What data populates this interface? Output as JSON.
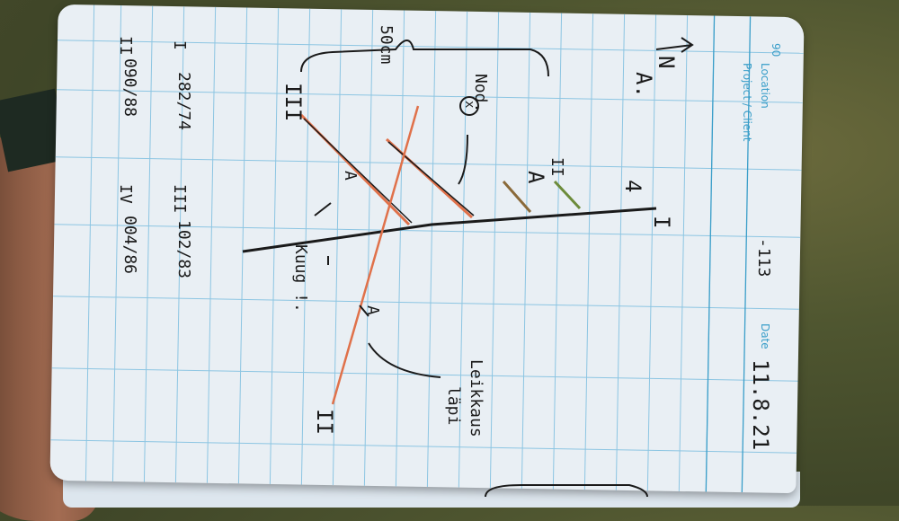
{
  "header": {
    "page_number": "90",
    "location_label": "Location",
    "project_label": "Project / Client",
    "date_label": "Date",
    "date_value": "11.8.21",
    "page_ref": "-113"
  },
  "sketch": {
    "north_arrow": "N",
    "point_a": "A.",
    "distance": "50cm",
    "roman_3_outer": "III",
    "roman_2_upper": "II",
    "roman_4_mid": "4",
    "roman_1": "I",
    "roman_2_lower": "II",
    "nod_label": "Nod.",
    "nod_symbol": "x",
    "kuug": "Kuug !.",
    "leikkaus": "Leikkaus",
    "lapi": "läpi",
    "a_symbol": "A"
  },
  "measurements": [
    {
      "label": "I",
      "value": "282/74"
    },
    {
      "label": "III",
      "value": "102/83"
    },
    {
      "label": "II",
      "value": "090/88"
    },
    {
      "label": "IV",
      "value": "004/86"
    }
  ],
  "colors": {
    "ink": "#1a1a1a",
    "orange": "#e0714a",
    "green": "#6c8b3a",
    "grid": "#8cc5e2",
    "paper": "#e9eff4"
  }
}
